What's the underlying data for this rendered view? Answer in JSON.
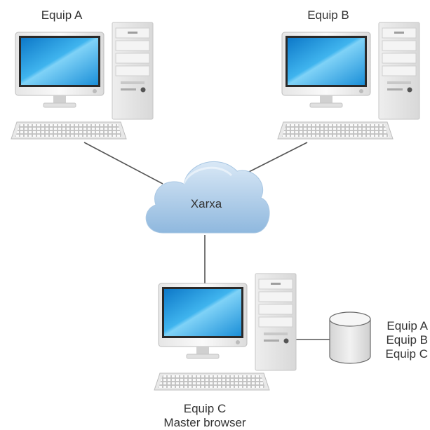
{
  "nodes": {
    "equip_a": {
      "label": "Equip A"
    },
    "equip_b": {
      "label": "Equip B"
    },
    "network": {
      "label": "Xarxa"
    },
    "equip_c": {
      "label": "Equip C",
      "role": "Master browser"
    }
  },
  "browse_list": [
    "Equip A",
    "Equip B",
    "Equip C"
  ],
  "colors": {
    "cloud_top": "#cfe2f3",
    "cloud_bottom": "#8db6dc",
    "screen": "#1f9fe0",
    "line": "#555555"
  }
}
